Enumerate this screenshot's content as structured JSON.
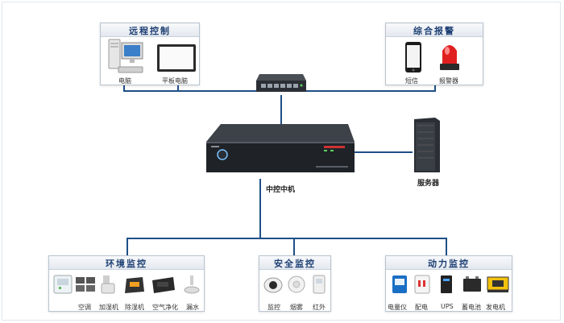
{
  "remote_control": {
    "title": "远程控制",
    "items": [
      "电脑",
      "平板电脑"
    ]
  },
  "alarm": {
    "title": "综合报警",
    "items": [
      "短信",
      "报警器"
    ]
  },
  "center": {
    "host_label": "中控中机",
    "server_label": "服务器"
  },
  "env_monitor": {
    "title": "环境监控",
    "items": [
      "空调",
      "加湿机",
      "除湿机",
      "空气净化",
      "漏水"
    ]
  },
  "security_monitor": {
    "title": "安全监控",
    "items": [
      "监控",
      "烟雾",
      "红外"
    ]
  },
  "power_monitor": {
    "title": "动力监控",
    "items": [
      "电量仪",
      "配电",
      "UPS",
      "蓄电池",
      "发电机"
    ]
  },
  "colors": {
    "line": "#1e4f86",
    "title": "#1d3f73",
    "panel_border": "#b9c4d0"
  }
}
